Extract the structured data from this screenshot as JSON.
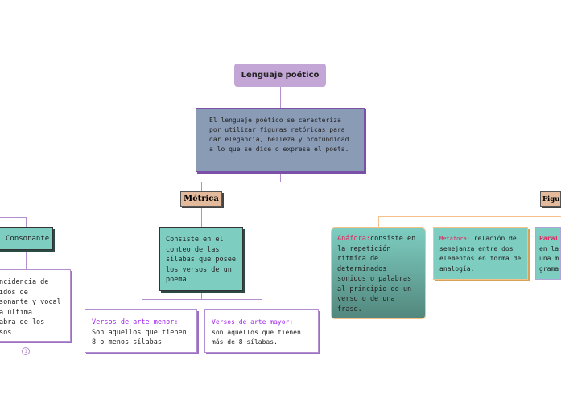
{
  "root": {
    "title": "Lenguaje poético",
    "description": "El lenguaje poético se caracteriza por utilizar figuras retóricas para dar elegancia, belleza y profundidad a lo que se dice o expresa el poeta."
  },
  "left": {
    "consonante": "Consonante",
    "consonante_desc": "ncidencia de\nidos de\nsonante y vocal\na última\nabra de los\nsos",
    "collapsed_count": "1"
  },
  "metrica": {
    "label": "Métrica",
    "desc": "Consiste en el conteo de las sílabas que posee los versos de un poema",
    "menor_title": "Versos de arte menor:",
    "menor_text": "Son aquellos que tienen 8 o menos sílabas",
    "mayor_title": "Versos de arte mayor:",
    "mayor_text": "son aquellos que tienen más de 8 sílabas."
  },
  "figuras": {
    "label": "Figu",
    "anafora_title": "Anáfora:",
    "anafora_text": "consiste en la repetición rítmica de determinados sonidos o palabras al principio de un verso o de una frase.",
    "metafora_title": "Metáfora:",
    "metafora_text": " relación de semejanza entre dos elementos en forma de analogía.",
    "paral_title": "Paral",
    "paral_text": "en la\nuna m\ngrama"
  },
  "colors": {
    "root": "#c3a6d6",
    "desc": "#8a9bb5",
    "teal": "#7ecdc1",
    "tag": "#e3bb9c",
    "line": "#b48fd0",
    "orange": "#f5c08a"
  }
}
